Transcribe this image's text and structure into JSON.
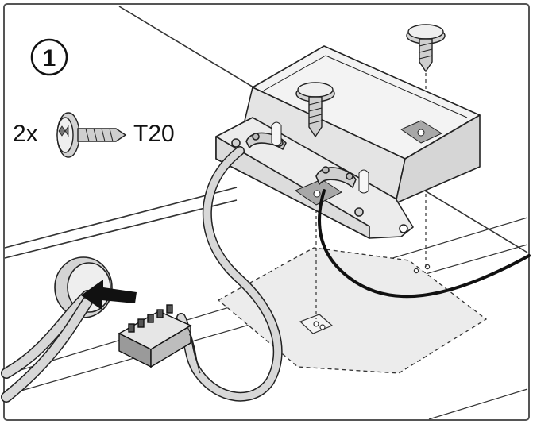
{
  "step": {
    "number": "1"
  },
  "screw_callout": {
    "quantity": "2x",
    "drive": "T20"
  },
  "colors": {
    "line": "#222222",
    "fill_light": "#eeeeee",
    "fill_mid": "#d9d9d9",
    "fill_dark": "#b5b5b5",
    "highlight": "#9a9a9a",
    "arrow": "#111111",
    "cable_black": "#111111"
  },
  "icons": [
    "torx-screw-icon",
    "insert-arrow-icon",
    "step-number-badge"
  ]
}
